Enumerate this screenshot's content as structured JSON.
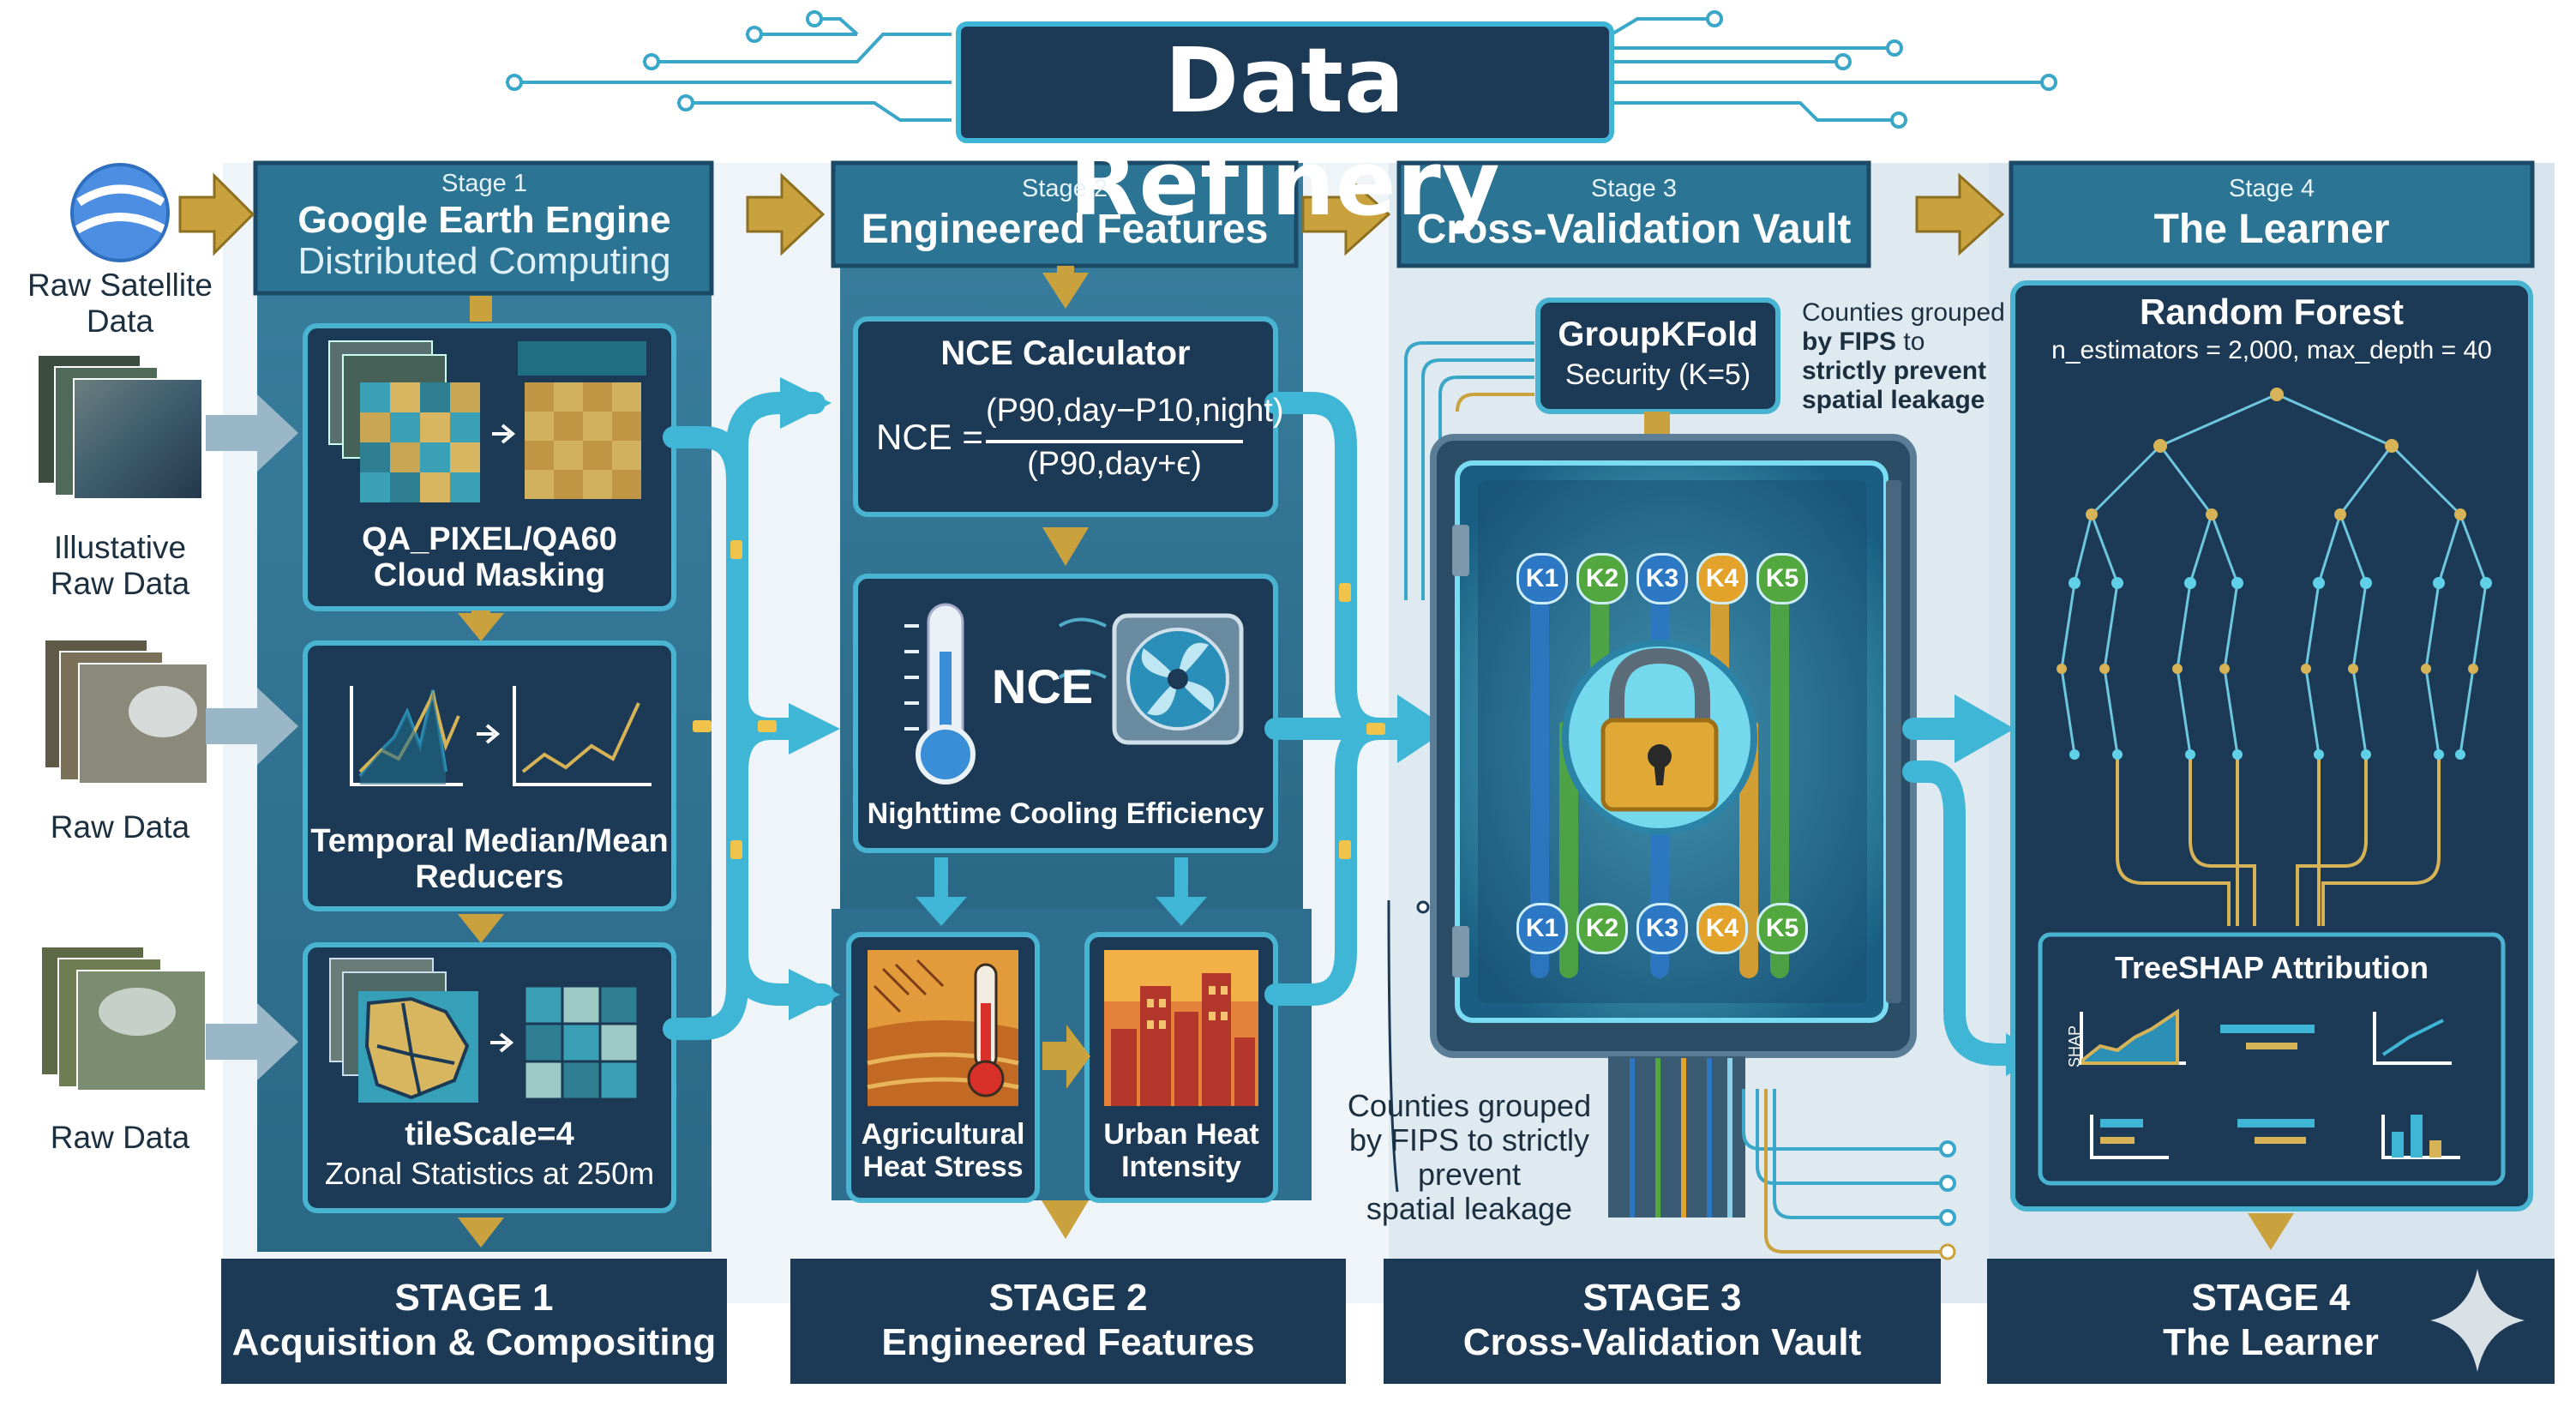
{
  "title": "Data Refinery",
  "inputs": {
    "raw_satellite": "Raw Satellite\nData",
    "illustrative": "Illustative\nRaw Data",
    "raw_1": "Raw Data",
    "raw_2": "Raw Data"
  },
  "stage1": {
    "header_small": "Stage 1",
    "header_line1": "Google Earth Engine",
    "header_line2": "Distributed Computing",
    "step1": "QA_PIXEL/QA60\nCloud Masking",
    "step2": "Temporal Median/Mean\nReducers",
    "step3_bold": "tileScale=4",
    "step3_text": "Zonal Statistics at 250m",
    "footer_line1": "STAGE 1",
    "footer_line2": "Acquisition & Compositing"
  },
  "stage2": {
    "header_small": "Stage 2",
    "header_big": "Engineered Features",
    "calc_title": "NCE Calculator",
    "formula_lhs": "NCE =",
    "formula_num": "(P90,day−P10,night)",
    "formula_den": "(P90,day+ϵ)",
    "nce_label": "NCE",
    "nce_caption": "Nighttime Cooling Efficiency",
    "ag_label": "Agricultural\nHeat Stress",
    "urban_label": "Urban Heat\nIntensity",
    "footer_line1": "STAGE 2",
    "footer_line2": "Engineered Features"
  },
  "stage3": {
    "header_small": "Stage 3",
    "header_big": "Cross-Validation Vault",
    "group_title": "GroupKFold",
    "group_sub": "Security (K=5)",
    "note_top_1": "Counties grouped",
    "note_top_2": "by FIPS",
    "note_top_3": "to",
    "note_top_4": "strictly prevent\nspatial leakage",
    "note_bottom": "Counties grouped\nby FIPS to strictly\nprevent\nspatial leakage",
    "folds": [
      "K1",
      "K2",
      "K3",
      "K4",
      "K5"
    ],
    "fold_colors": [
      "#2c78c4",
      "#52a83e",
      "#2c78c4",
      "#e3a32a",
      "#52a83e"
    ],
    "footer_line1": "STAGE 3",
    "footer_line2": "Cross-Validation Vault"
  },
  "stage4": {
    "header_small": "Stage 4",
    "header_big": "The Learner",
    "rf_title": "Random Forest",
    "rf_params": "n_estimators = 2,000, max_depth = 40",
    "shap_title": "TreeSHAP Attribution",
    "shap_axis": "SHAP",
    "footer_line1": "STAGE 4",
    "footer_line2": "The Learner"
  },
  "colors": {
    "navy": "#1c3a55",
    "teal_panel": "#2a6c8c",
    "pipe": "#3fb6d6",
    "arrow_gold": "#c9a23e",
    "footer": "#1c3a55",
    "outline": "#45b8d5"
  },
  "icons": [
    "google-earth-icon",
    "thermometer-icon",
    "fan-icon",
    "padlock-icon",
    "sparkle-icon"
  ]
}
